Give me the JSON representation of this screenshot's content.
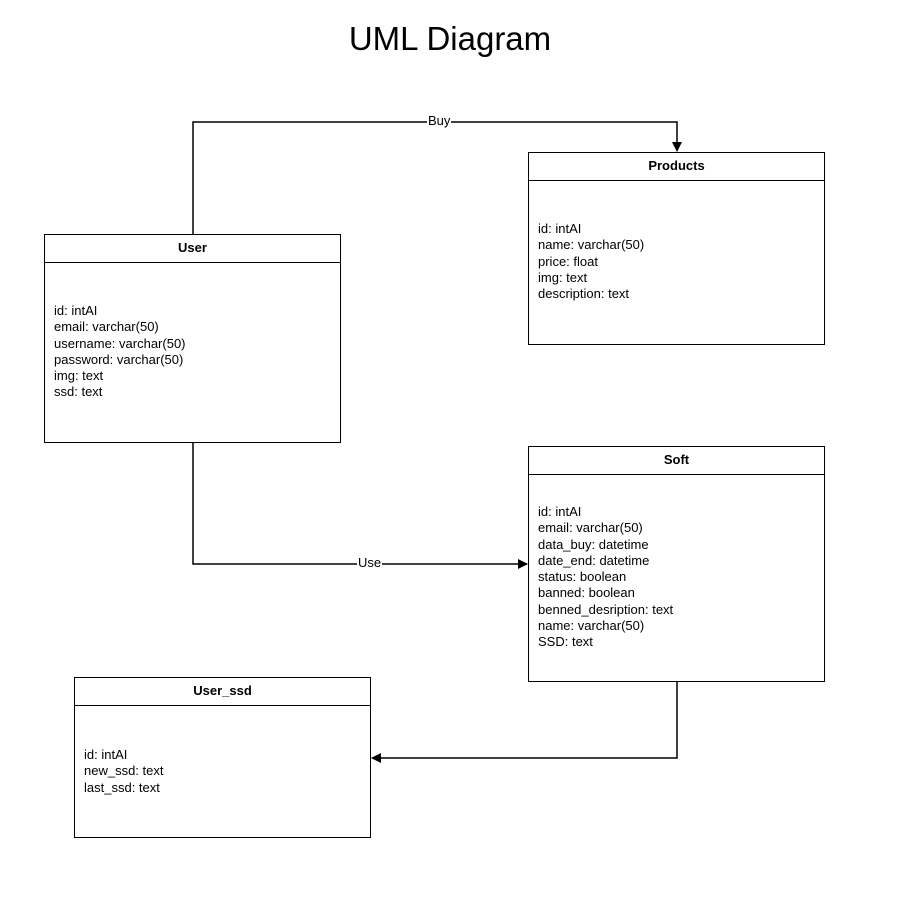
{
  "title": "UML Diagram",
  "classes": {
    "user": {
      "name": "User",
      "fields": [
        "id: intAI",
        "email: varchar(50)",
        "username: varchar(50)",
        "password: varchar(50)",
        "img: text",
        "ssd: text"
      ]
    },
    "products": {
      "name": "Products",
      "fields": [
        "id: intAI",
        "name: varchar(50)",
        "price: float",
        "img: text",
        "description: text"
      ]
    },
    "soft": {
      "name": "Soft",
      "fields": [
        "id: intAI",
        "email: varchar(50)",
        "data_buy: datetime",
        "date_end: datetime",
        "status: boolean",
        "banned: boolean",
        "benned_desription: text",
        "name: varchar(50)",
        "SSD: text"
      ]
    },
    "user_ssd": {
      "name": "User_ssd",
      "fields": [
        "id: intAI",
        "new_ssd: text",
        "last_ssd: text"
      ]
    }
  },
  "relations": {
    "buy": {
      "label": "Buy",
      "from": "User",
      "to": "Products"
    },
    "use": {
      "label": "Use",
      "from": "User",
      "to": "Soft"
    },
    "ssd_link": {
      "label": "",
      "from": "Soft",
      "to": "User_ssd"
    }
  }
}
